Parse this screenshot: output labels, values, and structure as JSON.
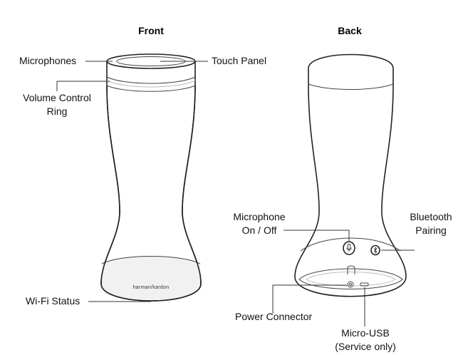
{
  "headings": {
    "front": "Front",
    "back": "Back"
  },
  "front_labels": {
    "microphones": "Microphones",
    "touch_panel": "Touch Panel",
    "volume_control_line1": "Volume Control",
    "volume_control_line2": "Ring",
    "wifi_status": "Wi-Fi Status",
    "brand": "harman/kardon"
  },
  "back_labels": {
    "microphone_onoff_line1": "Microphone",
    "microphone_onoff_line2": "On / Off",
    "bluetooth_line1": "Bluetooth",
    "bluetooth_line2": "Pairing",
    "power_connector": "Power Connector",
    "micro_usb_line1": "Micro-USB",
    "micro_usb_line2": "(Service only)"
  },
  "icons": {
    "mic_button": "microphone-icon",
    "bluetooth_button": "bluetooth-icon"
  },
  "colors": {
    "line": "#222222",
    "band": "#f1f1f1"
  }
}
